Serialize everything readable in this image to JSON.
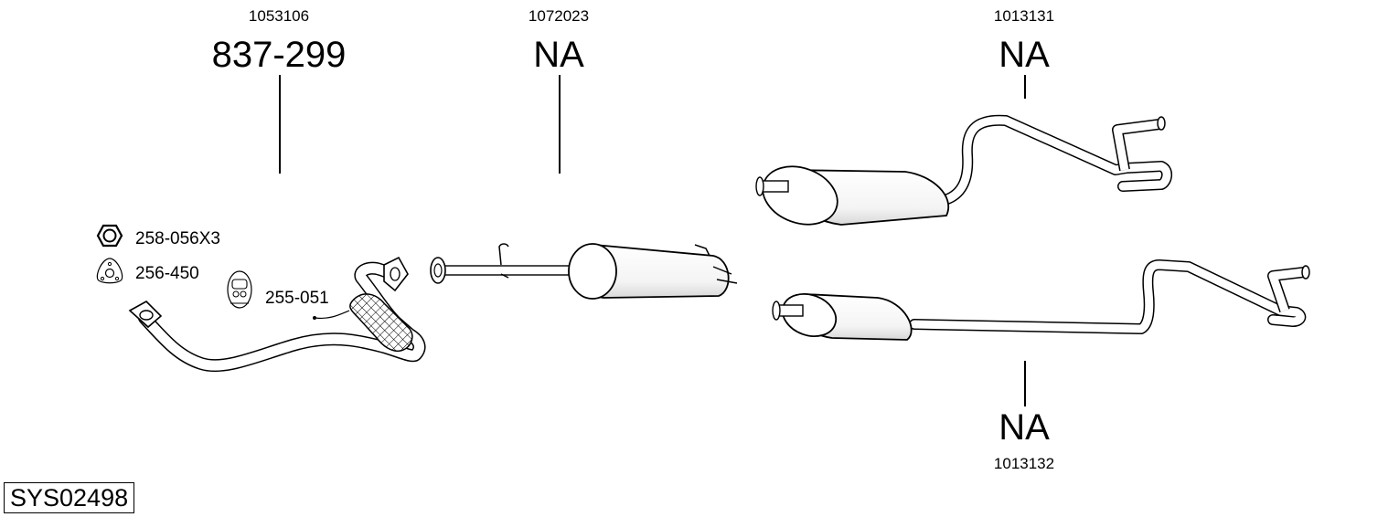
{
  "parts": [
    {
      "ref": "1053106",
      "partno": "837-299"
    },
    {
      "ref": "1072023",
      "partno": "NA"
    },
    {
      "ref": "1013131",
      "partno": "NA"
    },
    {
      "ref": "1013132",
      "partno": "NA"
    }
  ],
  "accessories": [
    {
      "label": "258-056X3",
      "icon": "hex-nut-icon"
    },
    {
      "label": "256-450",
      "icon": "triangular-gasket-icon"
    },
    {
      "label": "255-051",
      "icon": "rubber-hanger-icon"
    }
  ],
  "system_id": "SYS02498"
}
